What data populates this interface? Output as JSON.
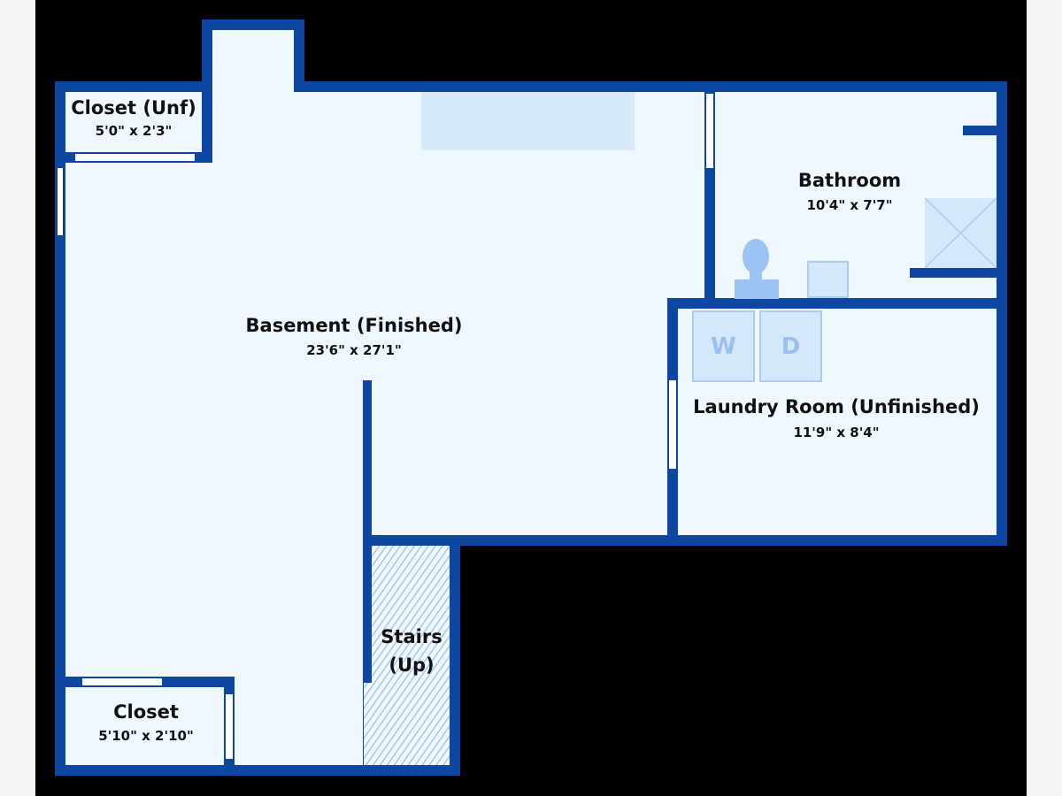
{
  "floorplan": {
    "rooms": [
      {
        "id": "closet-unf",
        "name": "Closet (Unf)",
        "dims": "5'0\" x 2'3\""
      },
      {
        "id": "basement",
        "name": "Basement (Finished)",
        "dims": "23'6\" x 27'1\""
      },
      {
        "id": "bathroom",
        "name": "Bathroom",
        "dims": "10'4\" x 7'7\""
      },
      {
        "id": "laundry",
        "name": "Laundry Room (Unfinished)",
        "dims": "11'9\" x 8'4\""
      },
      {
        "id": "stairs",
        "name": "Stairs",
        "dims": "(Up)"
      },
      {
        "id": "closet",
        "name": "Closet",
        "dims": "5'10\" x 2'10\""
      }
    ],
    "appliances": {
      "washer": "W",
      "dryer": "D"
    },
    "colors": {
      "wall": "#0d47a1",
      "floor": "#f0f8ff",
      "fixture": "#a9cdf5",
      "background": "#000000"
    }
  }
}
